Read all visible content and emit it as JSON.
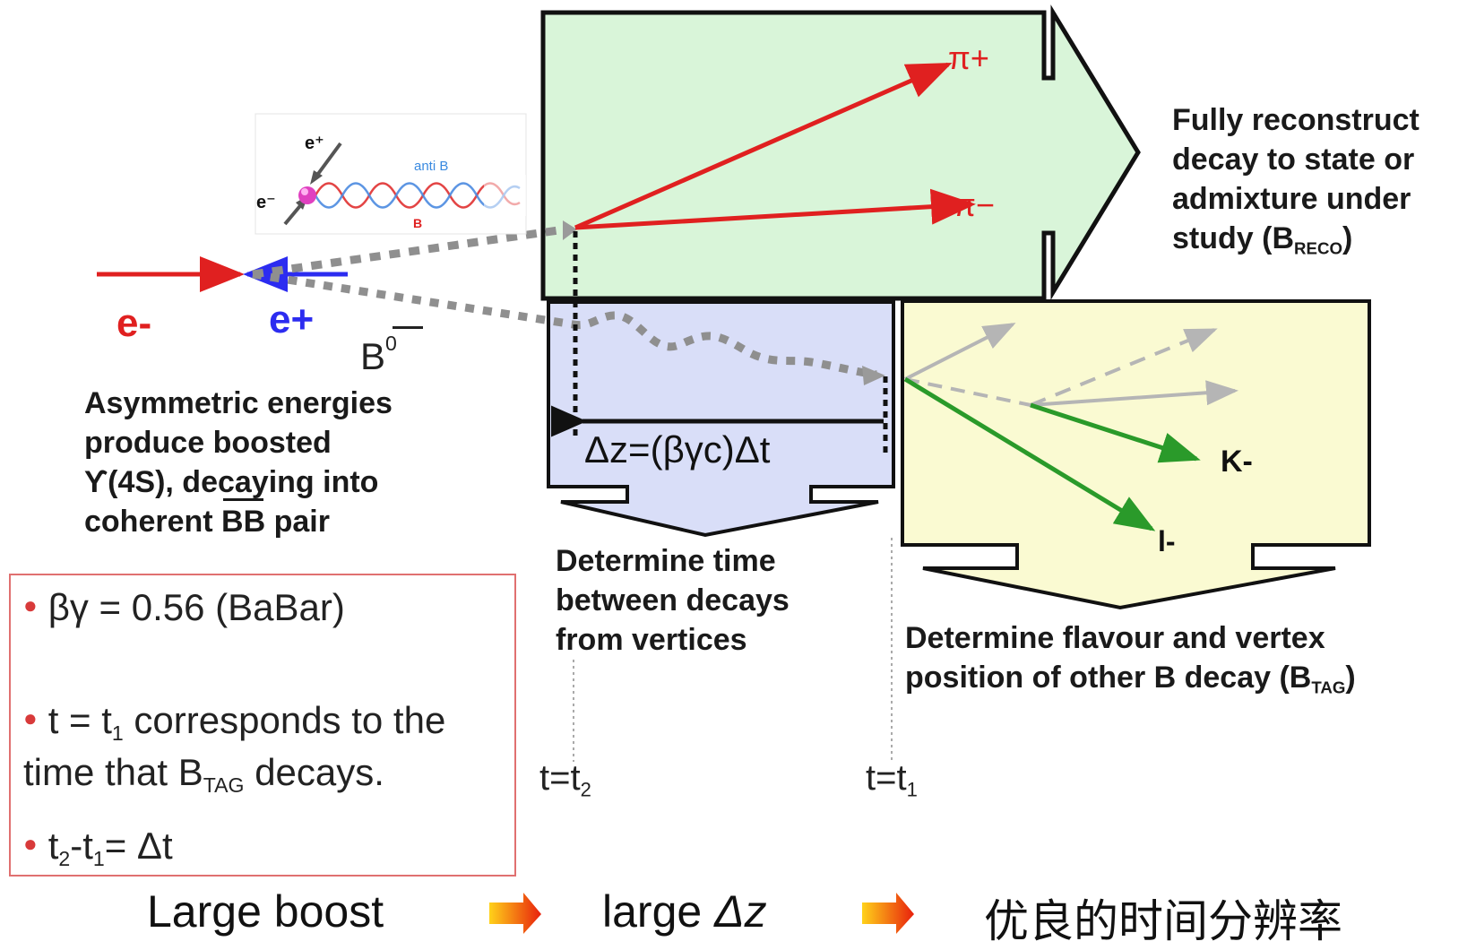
{
  "inset": {
    "e_plus": "e⁺",
    "e_minus": "e⁻",
    "anti_b": "anti B",
    "b": "B"
  },
  "beam": {
    "e_minus": "e-",
    "e_plus": "e+",
    "b0": "B",
    "b0_sup": "0"
  },
  "reco": {
    "pi_plus": "π+",
    "pi_minus": "π−",
    "text_l1": "Fully reconstruct",
    "text_l2": "decay to state or",
    "text_l3": "admixture under",
    "text_l4_main": "study (B",
    "text_l4_sub": "RECO",
    "text_l4_end": ")"
  },
  "dz": {
    "formula": "Δz=(βγc)Δt",
    "text_l1": "Determine time",
    "text_l2": "between decays",
    "text_l3": "from vertices"
  },
  "tag": {
    "k_label": "K-",
    "l_label": "l-",
    "text_l1": "Determine flavour and vertex",
    "text_l2_main": "position of other B decay (B",
    "text_l2_sub": "TAG",
    "text_l2_end": ")"
  },
  "asym": {
    "l1": "Asymmetric energies",
    "l2": "produce boosted",
    "l3": "ϒ(4S), decaying into",
    "l4_pre": "coherent ",
    "l4_bb": "BB",
    "l4_post": " pair"
  },
  "times": {
    "t2": "t=t",
    "t2_sub": "2",
    "t1": "t=t",
    "t1_sub": "1"
  },
  "bullets": {
    "b1": "βγ = 0.56 (BaBar)",
    "b2_a": "t = t",
    "b2_sub": "1",
    "b2_b": " corresponds to the",
    "b2_l2_a": "time that B",
    "b2_l2_sub": "TAG",
    "b2_l2_b": " decays.",
    "b3_a": "t",
    "b3_sub1": "2",
    "b3_b": "-t",
    "b3_sub2": "1",
    "b3_c": "= Δt"
  },
  "footer": {
    "left": "Large boost",
    "middle_a": "large ",
    "middle_b": "Δz",
    "right": "优良的时间分辨率"
  },
  "colors": {
    "reco_fill": "#d9f5d9",
    "dz_fill": "#d9def8",
    "tag_fill": "#fafad2",
    "red": "#e02020",
    "blue": "#2c2cf0",
    "green": "#2a9a2a"
  }
}
